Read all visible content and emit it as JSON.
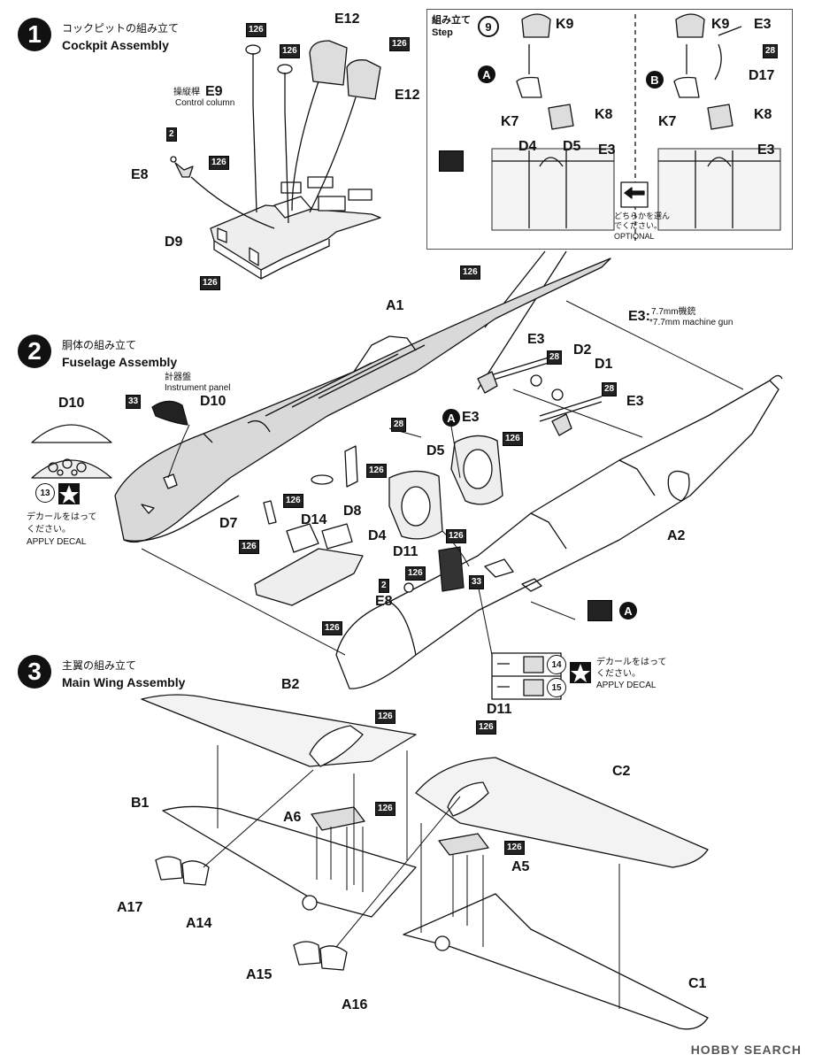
{
  "steps": [
    {
      "number": "1",
      "title_jp": "コックピットの組み立て",
      "title_en": "Cockpit Assembly"
    },
    {
      "number": "2",
      "title_jp": "胴体の組み立て",
      "title_en": "Fuselage Assembly"
    },
    {
      "number": "3",
      "title_jp": "主翼の組み立て",
      "title_en": "Main Wing Assembly"
    }
  ],
  "cockpit": {
    "e12": "E12",
    "e9": "E9",
    "e9_jp": "操縦桿",
    "e9_en": "Control column",
    "e8": "E8",
    "d9": "D9",
    "paint_126": "126",
    "paint_2": "2"
  },
  "inset": {
    "title_jp": "組み立て",
    "title_en": "Step",
    "step": "9",
    "option_a": "A",
    "option_b": "B",
    "k9": "K9",
    "k7": "K7",
    "k8": "K8",
    "e3": "E3",
    "d4": "D4",
    "d5": "D5",
    "d17": "D17",
    "paint_28": "28",
    "optional_jp1": "どちらかを選ん",
    "optional_jp2": "でください。",
    "optional_en": "OPTIONAL"
  },
  "fuselage": {
    "a1": "A1",
    "a2": "A2",
    "e3_note": "E3:",
    "e3_jp": "7.7mm機銃",
    "e3_en": "*7.7mm machine gun",
    "e3": "E3",
    "d2": "D2",
    "d1": "D1",
    "d5": "D5",
    "d4": "D4",
    "d11": "D11",
    "d10": "D10",
    "d10_jp": "計器盤",
    "d10_en": "Instrument panel",
    "d14": "D14",
    "d8": "D8",
    "d7": "D7",
    "e8": "E8",
    "a": "A",
    "decal_13": "13",
    "decal_14": "14",
    "decal_15": "15",
    "decal_jp1": "デカールをはって",
    "decal_jp2": "ください。",
    "decal_en": "APPLY DECAL",
    "paint_126": "126",
    "paint_33": "33",
    "paint_28": "28",
    "paint_2": "2"
  },
  "wing": {
    "b2": "B2",
    "b1": "B1",
    "c2": "C2",
    "c1": "C1",
    "a6": "A6",
    "a5": "A5",
    "a17": "A17",
    "a14": "A14",
    "a15": "A15",
    "a16": "A16",
    "paint_126": "126"
  },
  "watermark": "HOBBY SEARCH",
  "colors": {
    "ink": "#111111",
    "fill_gray": "#d9d9d9",
    "paint_box": "#222222"
  }
}
